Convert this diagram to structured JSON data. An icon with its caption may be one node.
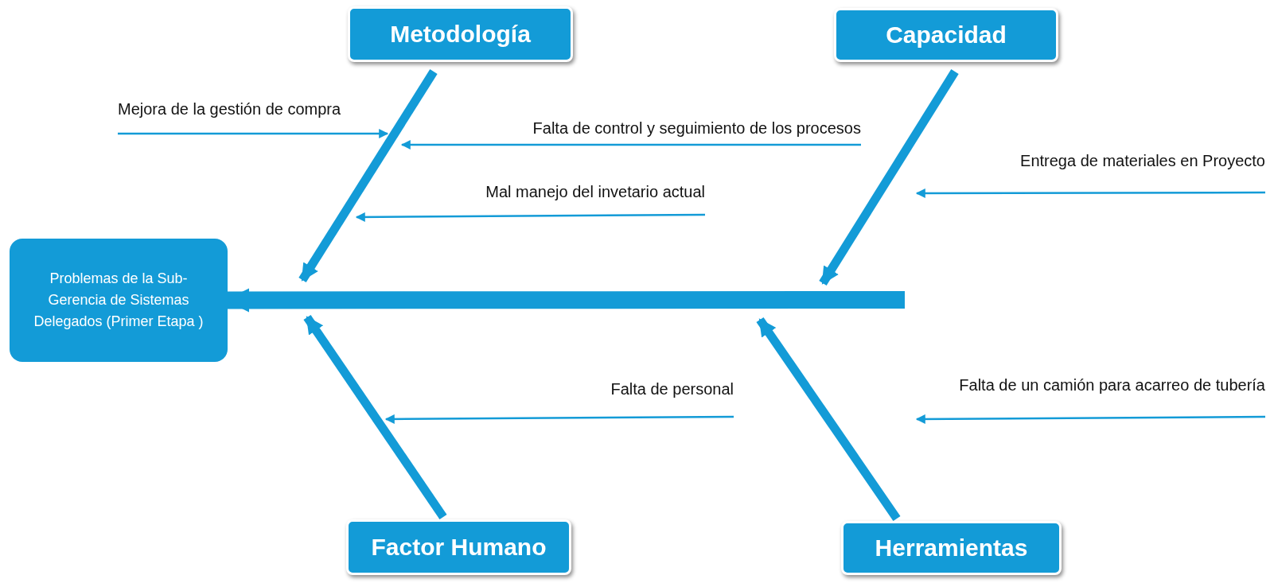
{
  "diagram": {
    "nodes": [
      {
        "text": [
          "Problemas de la Sub-Gerencia de Sistemas Delegados (Primer Etapa )"
        ]
      },
      {
        "text": [
          "Metodología"
        ]
      },
      {
        "text": [
          "Capacidad"
        ]
      },
      {
        "text": [
          "Factor Humano"
        ]
      },
      {
        "text": [
          "Herramientas"
        ]
      },
      {
        "text": [
          "Mejora de la gestión de compra"
        ]
      },
      {
        "text": [
          "Falta de control y seguimiento de los procesos"
        ]
      },
      {
        "text": [
          "Mal manejo del invetario actual"
        ]
      },
      {
        "text": [
          "Entrega de materiales en Proyecto"
        ]
      },
      {
        "text": [
          "Falta de personal"
        ]
      },
      {
        "text": [
          "Falta de un camión para acarreo de tubería"
        ]
      }
    ],
    "edges": [
      {
        "from": null,
        "to": 0,
        "arrow": "to",
        "style": "thick"
      },
      {
        "from": 1,
        "to": null,
        "arrow": "to",
        "style": "thick"
      },
      {
        "from": 2,
        "to": null,
        "arrow": "to",
        "style": "thick"
      },
      {
        "from": 3,
        "to": null,
        "arrow": "to",
        "style": "thick"
      },
      {
        "from": 4,
        "to": null,
        "arrow": "to",
        "style": "thick"
      },
      {
        "from": 5,
        "to": null,
        "arrow": "to"
      },
      {
        "from": 6,
        "to": null,
        "arrow": "to"
      },
      {
        "from": 7,
        "to": null,
        "arrow": "to"
      },
      {
        "from": 8,
        "to": null,
        "arrow": "to"
      },
      {
        "from": 9,
        "to": null,
        "arrow": "to"
      },
      {
        "from": 10,
        "to": null,
        "arrow": "to"
      }
    ]
  }
}
